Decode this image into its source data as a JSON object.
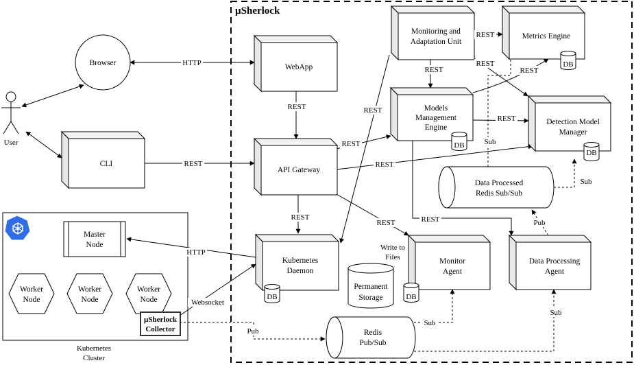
{
  "system": {
    "title": "µSherlock"
  },
  "actors": {
    "user": "User",
    "browser": "Browser",
    "cli": "CLI"
  },
  "components": {
    "webapp": "WebApp",
    "api_gateway": "API Gateway",
    "kubernetes_daemon": [
      "Kubernetes",
      "Daemon"
    ],
    "monitoring_adaptation": [
      "Monitoring and",
      "Adaptation Unit"
    ],
    "metrics_engine": "Metrics Engine",
    "models_management": [
      "Models",
      "Management",
      "Engine"
    ],
    "detection_model_manager": [
      "Detection Model",
      "Manager"
    ],
    "data_processed_redis": [
      "Data Processed",
      "Redis Sub/Sub"
    ],
    "monitor_agent": [
      "Monitor",
      "Agent"
    ],
    "data_processing_agent": [
      "Data Processing",
      "Agent"
    ],
    "permanent_storage": [
      "Permanent",
      "Storage"
    ],
    "redis_pubsub": [
      "Redis",
      "Pub/Sub"
    ],
    "db": "DB",
    "write_to_files": [
      "Write to",
      "Files"
    ]
  },
  "cluster": {
    "caption": [
      "Kubernetes",
      "Cluster"
    ],
    "master_node": [
      "Master",
      "Node"
    ],
    "worker_node": [
      "Worker",
      "Node"
    ],
    "collector": [
      "µSherlock",
      "Collector"
    ]
  },
  "edge_labels": {
    "http": "HTTP",
    "rest": "REST",
    "websocket": "Websocket",
    "pub": "Pub",
    "sub": "Sub"
  }
}
